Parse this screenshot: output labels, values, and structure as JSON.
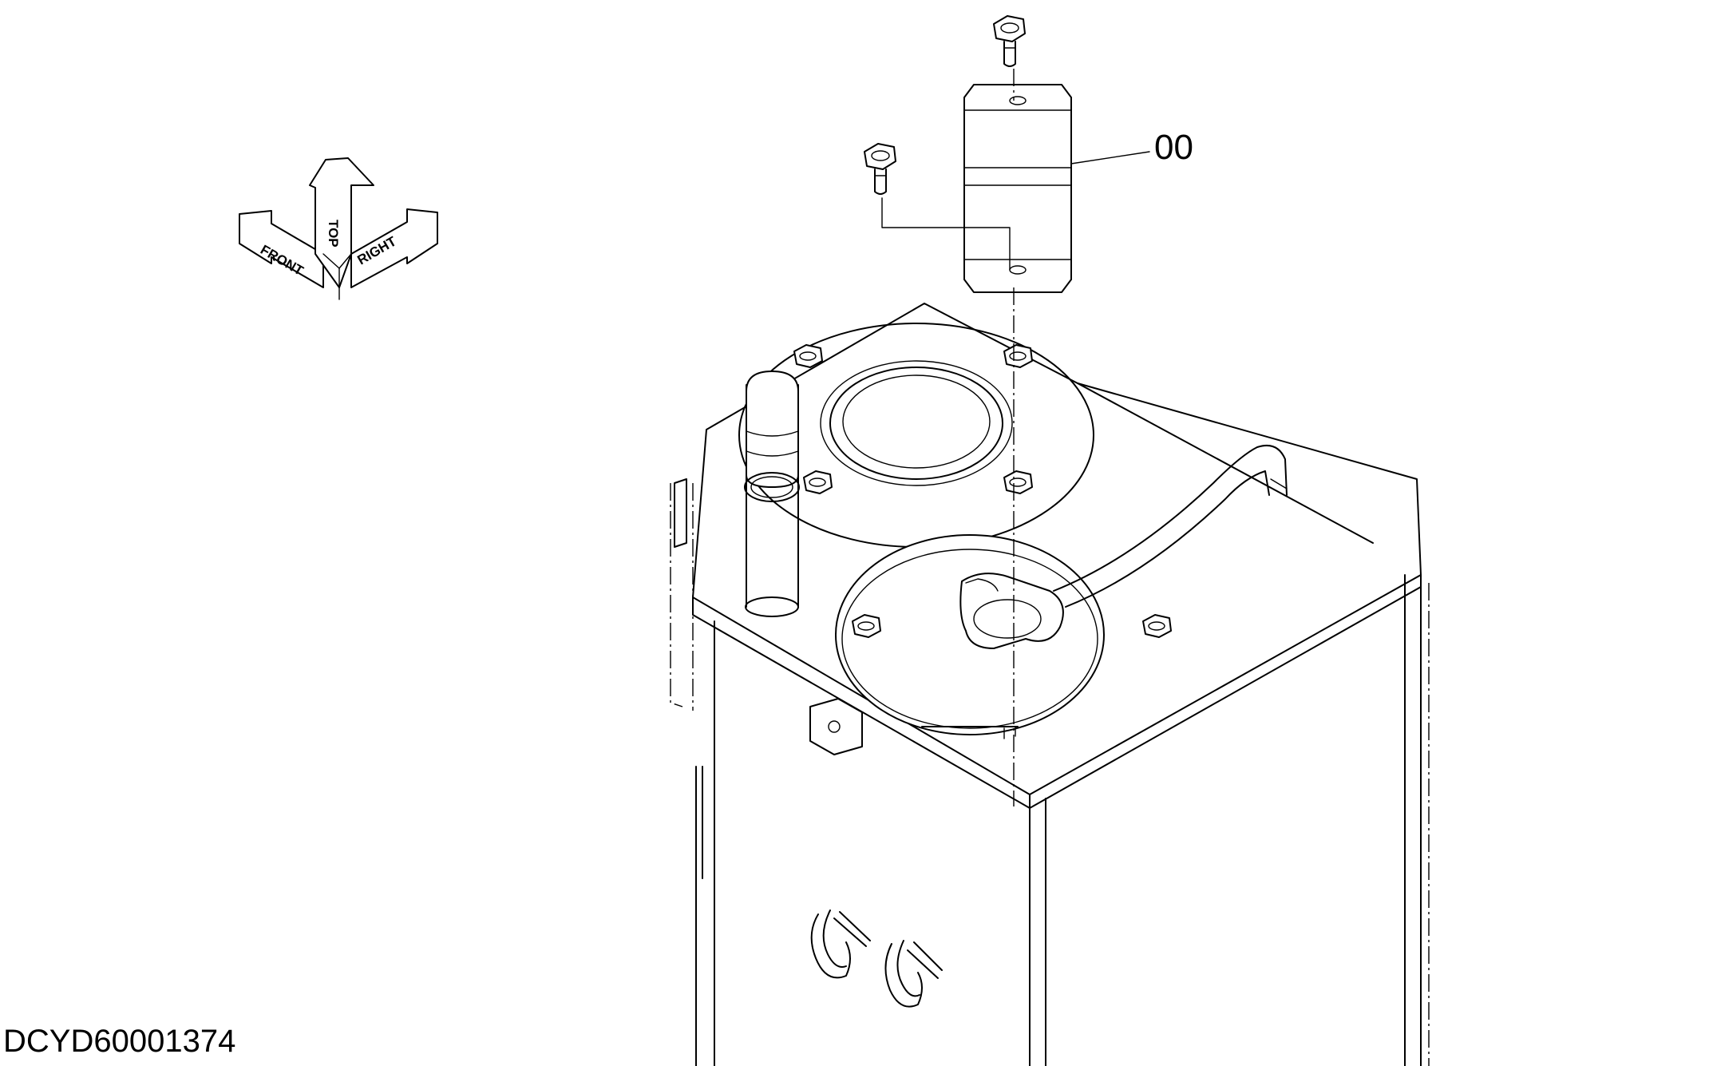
{
  "diagram": {
    "callout_label": "00",
    "document_id": "DCYD60001374",
    "orientation_labels": {
      "front": "FRONT",
      "top": "TOP",
      "right": "RIGHT"
    }
  }
}
